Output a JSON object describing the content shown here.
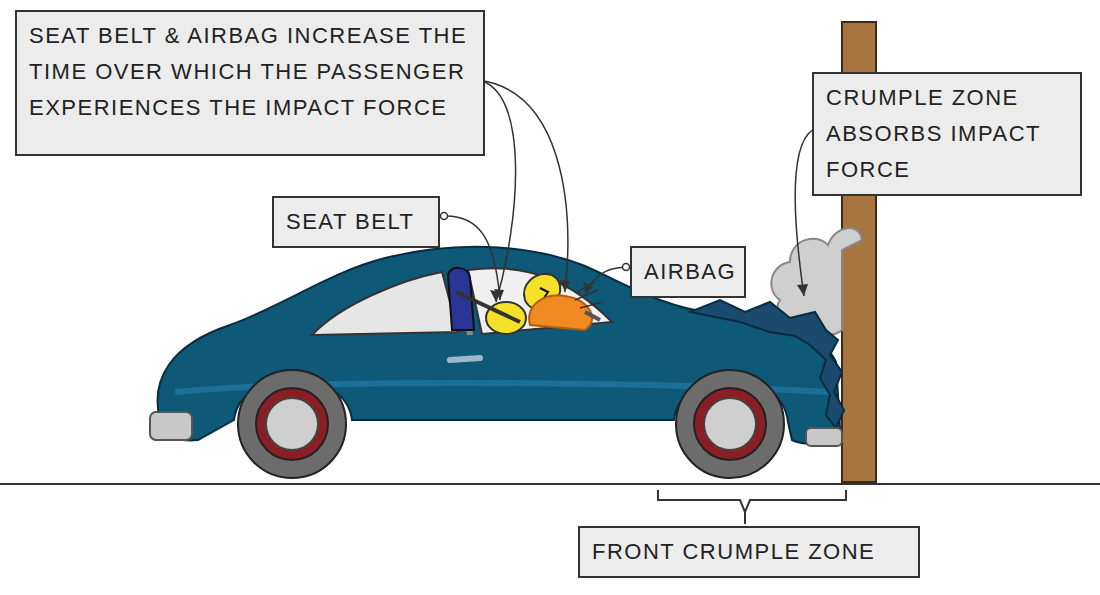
{
  "diagram": {
    "nodes": [
      {
        "text": [
          "SEAT BELT & AIRBAG INCREASE THE TIME OVER WHICH THE PASSENGER EXPERIENCES THE IMPACT FORCE"
        ]
      },
      {
        "text": [
          "SEAT BELT"
        ]
      },
      {
        "text": [
          "AIRBAG"
        ]
      },
      {
        "text": [
          "CRUMPLE ZONE ABSORBS IMPACT FORCE"
        ]
      },
      {
        "text": [
          "FRONT CRUMPLE ZONE"
        ]
      }
    ]
  }
}
